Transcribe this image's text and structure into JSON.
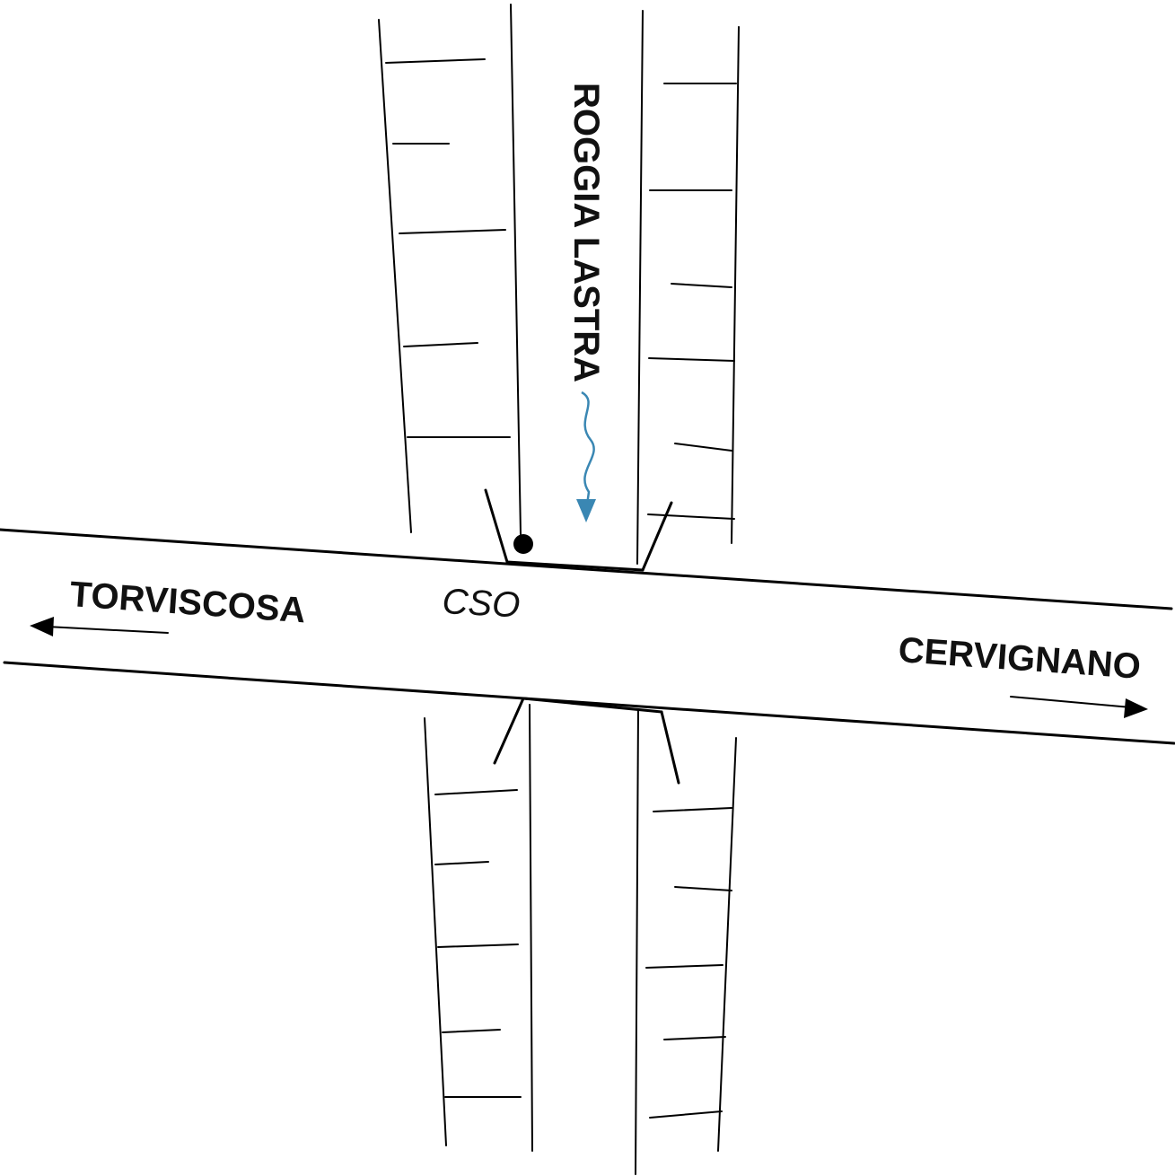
{
  "labels": {
    "canal": "ROGGIA LASTRA",
    "west": "TORVISCOSA",
    "east": "CERVIGNANO",
    "outfall": "CSO"
  },
  "colors": {
    "flow_arrow": "#3a87b3",
    "lines": "#000000"
  }
}
